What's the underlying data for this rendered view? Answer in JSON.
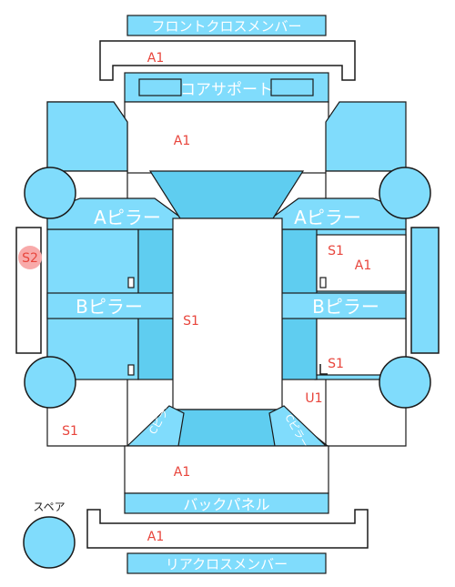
{
  "colors": {
    "panel_fill": "#80dcfc",
    "panel_dark": "#5fcdf0",
    "panel_stroke": "#1a1a1a",
    "damage_text": "#e8453c",
    "s2_marker": "#f8aaaa",
    "part_label": "#ffffff"
  },
  "parts": {
    "front_cross_member": "フロントクロスメンバー",
    "core_support": "コアサポート",
    "a_pillar_left": "Aピラー",
    "a_pillar_right": "Aピラー",
    "b_pillar_left": "Bピラー",
    "b_pillar_right": "Bピラー",
    "back_panel": "バックパネル",
    "rear_cross_member": "リアクロスメンバー",
    "spare_label": "スペア",
    "c_pillar_left": "Cピラー",
    "c_pillar_right": "Cピラー"
  },
  "damage_codes": {
    "front_cross": "A1",
    "front_area": "A1",
    "right_upper_s1": "S1",
    "right_upper_a1": "A1",
    "center_s1": "S1",
    "right_lower_s1": "S1",
    "right_lower_u1": "U1",
    "left_rear_s1": "S1",
    "rear_area": "A1",
    "rear_cross": "A1",
    "left_side_s2": "S2"
  }
}
